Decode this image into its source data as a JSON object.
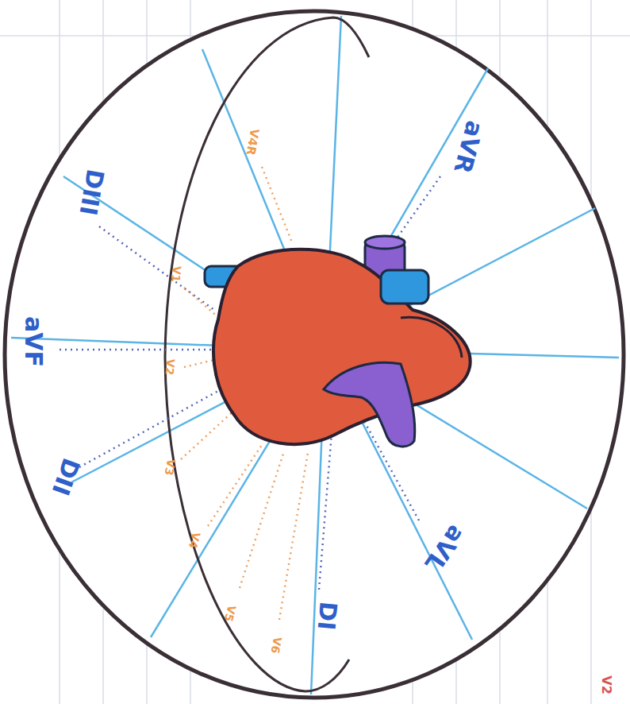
{
  "diagram": {
    "labels": [
      "aVR",
      "V4R",
      "DIII",
      "V1",
      "aVF",
      "V2",
      "DII",
      "V3",
      "V4",
      "aVL",
      "V5",
      "DI",
      "V6",
      "V2"
    ]
  }
}
